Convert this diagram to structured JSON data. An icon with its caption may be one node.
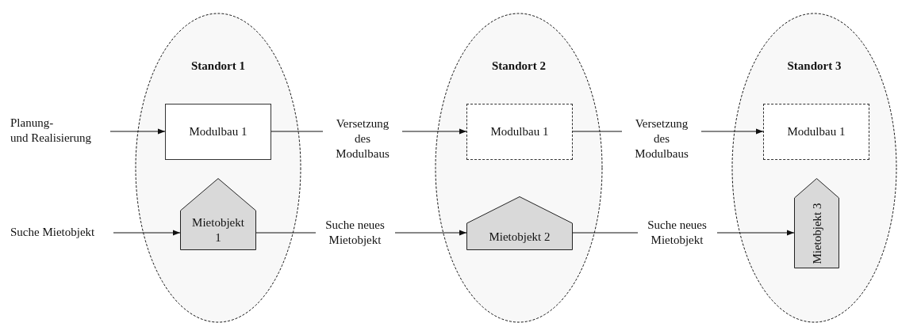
{
  "diagram": {
    "nodes": [
      {
        "text": [
          "Planung- und Realisierung"
        ]
      },
      {
        "text": [
          "Suche Mietobjekt"
        ]
      },
      {
        "text": [
          "Standort 1"
        ]
      },
      {
        "text": [
          "Modulbau 1"
        ],
        "in": 2
      },
      {
        "text": [
          "Mietobjekt 1"
        ],
        "in": 2
      },
      {
        "text": [
          "Standort 2"
        ]
      },
      {
        "text": [
          "Modulbau 1"
        ],
        "in": 5
      },
      {
        "text": [
          "Mietobjekt 2"
        ],
        "in": 5
      },
      {
        "text": [
          "Standort 3"
        ]
      },
      {
        "text": [
          "Modulbau 1"
        ],
        "in": 8
      },
      {
        "text": [
          "Mietobjekt 3"
        ],
        "in": 8
      }
    ],
    "edges": [
      {
        "from": 0,
        "to": 3,
        "arrow": "to"
      },
      {
        "from": 1,
        "to": 4,
        "arrow": "to"
      },
      {
        "from": 3,
        "to": 6,
        "arrow": "to",
        "label": "Versetzung des Modulbaus"
      },
      {
        "from": 4,
        "to": 7,
        "arrow": "to",
        "label": "Suche neues Mietobjekt"
      },
      {
        "from": 6,
        "to": 9,
        "arrow": "to",
        "label": "Versetzung des Modulbaus"
      },
      {
        "from": 7,
        "to": 10,
        "arrow": "to",
        "label": "Suche neues Mietobjekt"
      }
    ]
  }
}
